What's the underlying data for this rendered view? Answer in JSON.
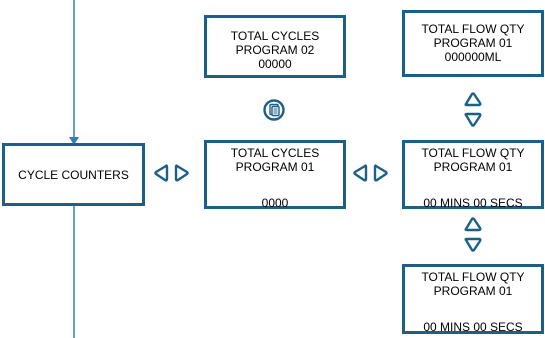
{
  "boxes": {
    "cycle_counters": {
      "lines": [
        "CYCLE COUNTERS"
      ]
    },
    "total_cycles_p02": {
      "lines": [
        "TOTAL CYCLES",
        "PROGRAM 02",
        "00000"
      ]
    },
    "total_cycles_p01": {
      "lines": [
        "TOTAL CYCLES",
        "PROGRAM 01",
        "",
        "0000"
      ]
    },
    "flow_qty_ml": {
      "lines": [
        "TOTAL FLOW QTY",
        "PROGRAM 01",
        "000000ML"
      ]
    },
    "flow_time_a": {
      "lines": [
        "TOTAL FLOW QTY",
        "PROGRAM 01",
        "",
        "00 MINS 00 SECS"
      ]
    },
    "flow_time_b": {
      "lines": [
        "TOTAL FLOW QTY",
        "PROGRAM 01",
        "",
        "00 MINS 00 SECS"
      ]
    }
  },
  "icons": {
    "nav": "chevron-outline-icon",
    "program_select": "document-circle-icon"
  },
  "colors": {
    "box_border": "#1c6088",
    "arrow": "#1c6088",
    "connector_line": "#2f7fb5"
  }
}
